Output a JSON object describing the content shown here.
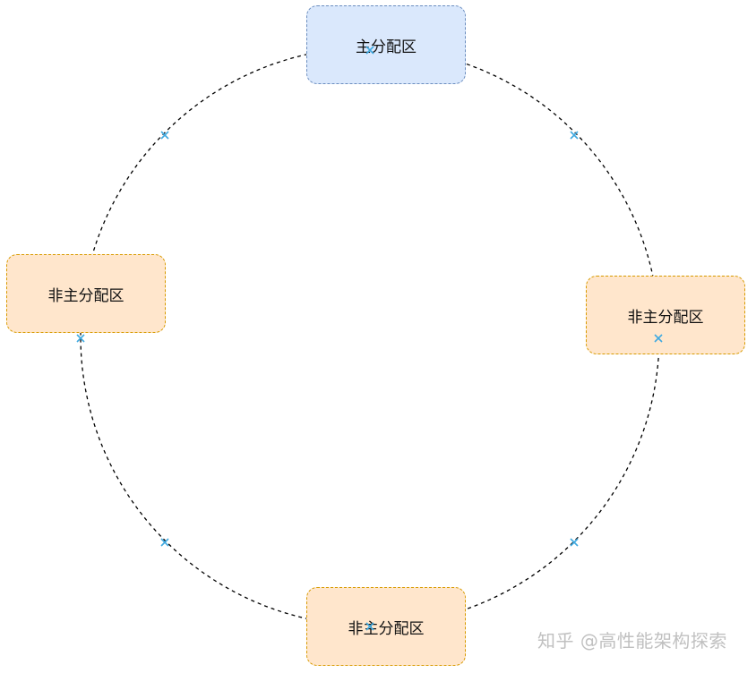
{
  "diagram": {
    "primary_node_label": "主分配区",
    "secondary_node_label": "非主分配区",
    "nodes": [
      {
        "id": "top",
        "label": "主分配区",
        "kind": "primary"
      },
      {
        "id": "left",
        "label": "非主分配区",
        "kind": "secondary"
      },
      {
        "id": "right",
        "label": "非主分配区",
        "kind": "secondary"
      },
      {
        "id": "bottom",
        "label": "非主分配区",
        "kind": "secondary"
      }
    ],
    "connection_style": "dashed-ring",
    "marker_symbol": "×"
  },
  "watermark": {
    "text": "知乎 @高性能架构探索"
  },
  "colors": {
    "primary_fill": "#dae8fc",
    "primary_border": "#6c8ebf",
    "secondary_fill": "#ffe6cc",
    "secondary_border": "#d79b00",
    "ring_stroke": "#000000",
    "marker_color": "#3fa9e0"
  }
}
